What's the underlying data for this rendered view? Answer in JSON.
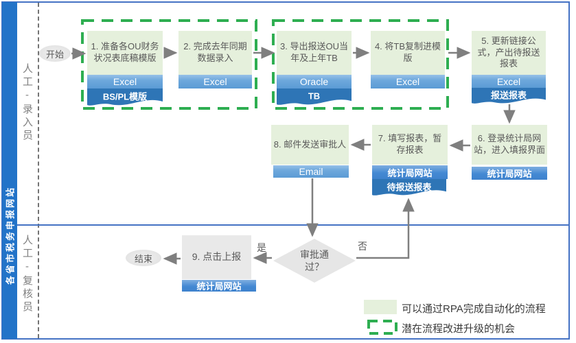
{
  "diagram": {
    "sidebar_title": "各省市税务申报网站",
    "lanes": [
      {
        "label": "人工-录入员"
      },
      {
        "label": "人工-复核员"
      }
    ],
    "start_label": "开始",
    "end_label": "结束",
    "steps": [
      {
        "title": "1. 准备各OU财务状况表底稿模版",
        "tool": "Excel",
        "doc": "BS/PL模版"
      },
      {
        "title": "2. 完成去年同期数据录入",
        "tool": "Excel"
      },
      {
        "title": "3. 导出报送OU当年及上年TB",
        "tool": "Oracle",
        "doc": "TB"
      },
      {
        "title": "4. 将TB复制进模版",
        "tool": "Excel"
      },
      {
        "title": "5. 更新链接公式，产出待报送报表",
        "tool": "Excel",
        "doc": "报送报表"
      },
      {
        "title": "6. 登录统计局网站，进入填报界面",
        "tool": "统计局网站"
      },
      {
        "title": "7. 填写报表，暂存报表",
        "tool": "统计局网站",
        "doc": "待报送报表"
      },
      {
        "title": "8. 邮件发送审批人",
        "tool": "Email"
      },
      {
        "title": "9. 点击上报",
        "tool": "统计局网站"
      }
    ],
    "decision": {
      "label": "审批通过？",
      "yes_label": "是",
      "no_label": "否"
    },
    "legend": [
      {
        "label": "可以通过RPA完成自动化的流程"
      },
      {
        "label": "潜在流程改进升级的机会"
      }
    ],
    "colors": {
      "rpa_box_green": "#E5F0DC",
      "improvement_dashed_green": "#2EAE51",
      "tool_badge_blue": "#5B9BD5",
      "doc_badge_blue": "#2E75B6",
      "sidebar_blue": "#2273C8",
      "frame_blue": "#4472C4",
      "manual_gray": "#E9E9E9",
      "arrow_gray": "#7F7F7F"
    }
  }
}
